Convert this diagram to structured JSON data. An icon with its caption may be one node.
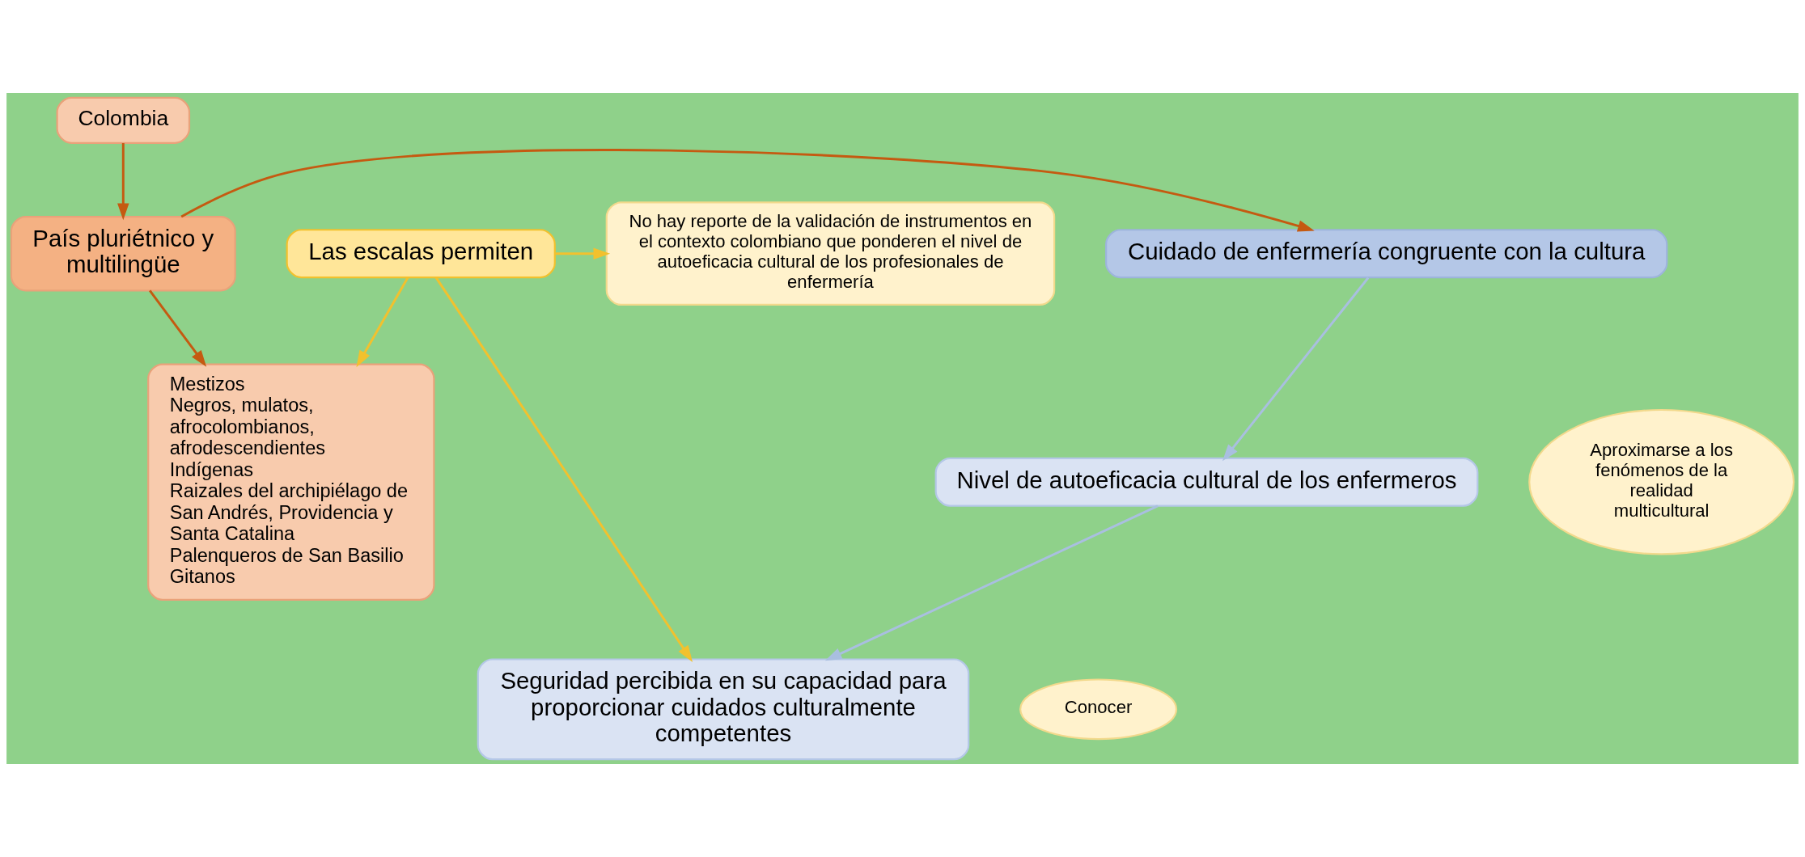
{
  "diagram": {
    "nodes": [
      {
        "text": [
          "Colombia"
        ]
      },
      {
        "text": [
          "País pluriétnico y multilingüe"
        ]
      },
      {
        "text": [
          "Mestizos",
          "Negros, mulatos, afrocolombianos, afrodescendientes",
          "Indígenas",
          "Raizales del archipiélago de San Andrés, Providencia y Santa Catalina",
          "Palenqueros de San Basilio",
          "Gitanos"
        ]
      },
      {
        "text": [
          "Aproximarse a los fenómenos de la realidad multicultural"
        ]
      },
      {
        "text": [
          "Cuidado de enfermería congruente con la cultura"
        ]
      },
      {
        "text": [
          "Nivel de autoeficacia cultural de los enfermeros"
        ]
      },
      {
        "text": [
          "Conocer"
        ]
      },
      {
        "text": [
          "Seguridad percibida en su capacidad para proporcionar cuidados culturalmente competentes"
        ]
      },
      {
        "text": [
          "Las escalas permiten"
        ]
      },
      {
        "text": [
          "No hay reporte de la validación de instrumentos en el contexto colombiano que ponderen el nivel de autoeficacia cultural de los profesionales de enfermería"
        ]
      }
    ],
    "edges": [
      {
        "from": 0,
        "to": 1,
        "arrow": "to",
        "color": "#c55a11"
      },
      {
        "from": 1,
        "to": 2,
        "arrow": "to",
        "color": "#c55a11"
      },
      {
        "from": 1,
        "to": 4,
        "arrow": "to",
        "color": "#c55a11"
      },
      {
        "from": 4,
        "to": 5,
        "arrow": "to",
        "color": "#a9bfe0"
      },
      {
        "from": 5,
        "to": 7,
        "arrow": "to",
        "color": "#a9bfe0"
      },
      {
        "from": 8,
        "to": 2,
        "arrow": "to",
        "color": "#f2c12e"
      },
      {
        "from": 8,
        "to": 7,
        "arrow": "to",
        "color": "#f2c12e"
      },
      {
        "from": 8,
        "to": 9,
        "arrow": "to",
        "color": "#f2c12e"
      }
    ]
  }
}
